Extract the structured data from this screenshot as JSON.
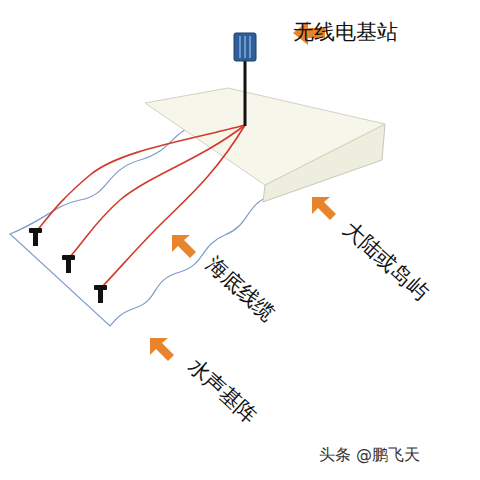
{
  "diagram": {
    "labels": [
      "无线电基站",
      "大陆或岛屿",
      "海底线缆",
      "水声基阵",
      "头条 @鹏飞天"
    ]
  }
}
